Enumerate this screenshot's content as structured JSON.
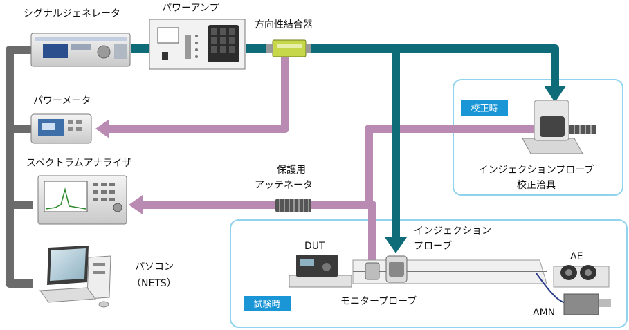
{
  "labels": {
    "signal_generator": "シグナルジェネレータ",
    "power_amp": "パワーアンプ",
    "directional_coupler": "方向性結合器",
    "power_meter": "パワーメータ",
    "spectrum_analyzer": "スペクトラムアナライザ",
    "attenuator_line1": "保護用",
    "attenuator_line2": "アッテネータ",
    "pc_line1": "パソコン",
    "pc_line2": "（NETS）",
    "calib_fixture_line1": "インジェクションプローブ",
    "calib_fixture_line2": "校正治具",
    "injection_probe_line1": "インジェクション",
    "injection_probe_line2": "プローブ",
    "dut": "DUT",
    "monitor_probe": "モニタープローブ",
    "ae": "AE",
    "amn": "AMN"
  },
  "badges": {
    "calibration": "校正時",
    "test": "試験時"
  },
  "colors": {
    "teal_path": "#0e6b78",
    "purple_path": "#b98bb2",
    "gray_path": "#6b6b6b",
    "badge_blue": "#1a95d6",
    "panel_border": "#8fd3ee"
  }
}
